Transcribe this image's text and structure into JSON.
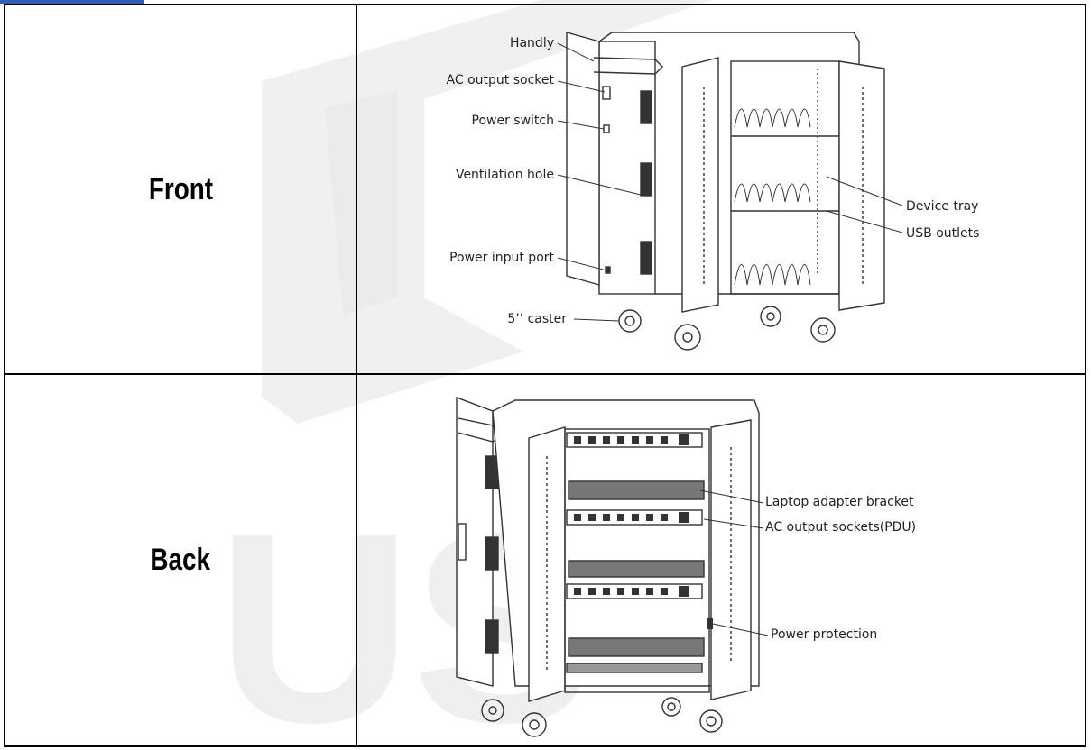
{
  "rows": [
    {
      "label": "Front",
      "callouts": {
        "handly": "Handly",
        "ac_output_socket": "AC output socket",
        "power_switch": "Power switch",
        "ventilation_hole": "Ventilation hole",
        "power_input_port": "Power input port",
        "caster": "5’’ caster",
        "device_tray": "Device tray",
        "usb_outlets": "USB outlets"
      }
    },
    {
      "label": "Back",
      "callouts": {
        "laptop_adapter_bracket": "Laptop adapter bracket",
        "ac_output_sockets_pdu": "AC output sockets(PDU)",
        "power_protection": "Power protection"
      }
    }
  ],
  "watermark": {
    "text": "US",
    "color": "#e6e6e6"
  },
  "colors": {
    "border": "#000000",
    "line": "#333333",
    "accent": "#2e5fbf"
  }
}
